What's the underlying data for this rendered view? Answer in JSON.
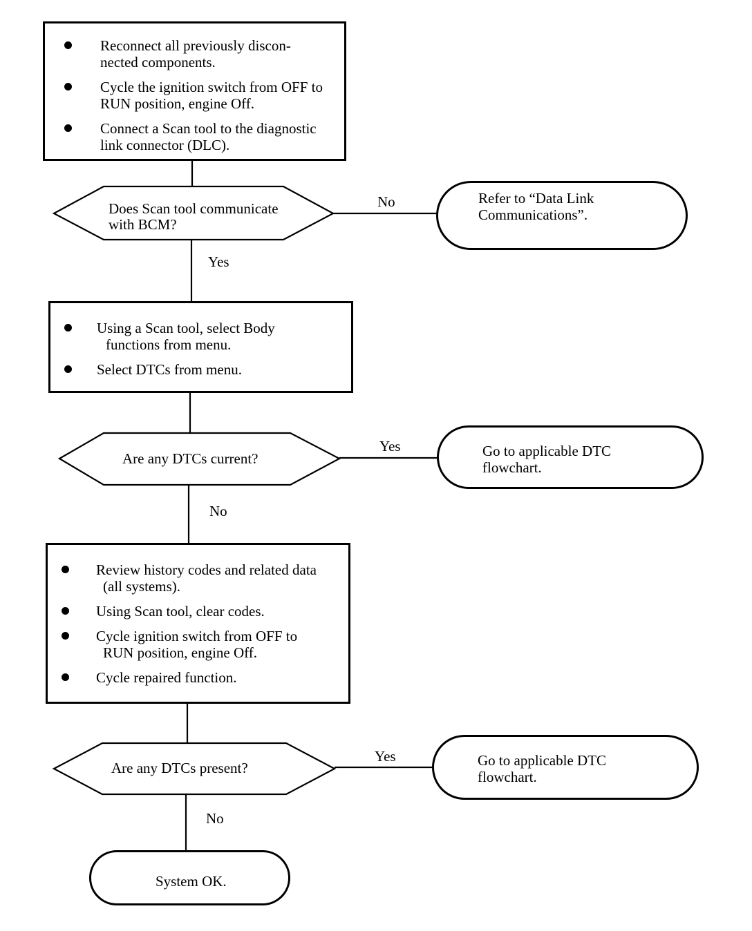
{
  "steps": [
    {
      "items": [
        "Reconnect all previously discon-\nnected components.",
        "Cycle the ignition switch from OFF to\nRUN position, engine Off.",
        "Connect a Scan tool to the diagnostic\nlink connector (DLC)."
      ]
    },
    {
      "items": [
        "Using a Scan tool, select Body\nfunctions from menu.",
        "Select DTCs from menu."
      ]
    },
    {
      "items": [
        "Review history codes and related data\n(all systems).",
        "Using Scan tool, clear codes.",
        "Cycle ignition switch from OFF to\nRUN position, engine Off.",
        "Cycle repaired function."
      ]
    }
  ],
  "decisions": [
    {
      "text": "Does Scan tool communicate\nwith BCM?",
      "side_label": "No",
      "down_label": "Yes"
    },
    {
      "text": "Are any DTCs current?",
      "side_label": "Yes",
      "down_label": "No"
    },
    {
      "text": "Are any DTCs present?",
      "side_label": "Yes",
      "down_label": "No"
    }
  ],
  "terminals": [
    {
      "text": "Refer to “Data Link\nCommunications”."
    },
    {
      "text": "Go to applicable DTC\nflowchart."
    },
    {
      "text": "Go to applicable DTC\nflowchart."
    },
    {
      "text": "System OK."
    }
  ]
}
